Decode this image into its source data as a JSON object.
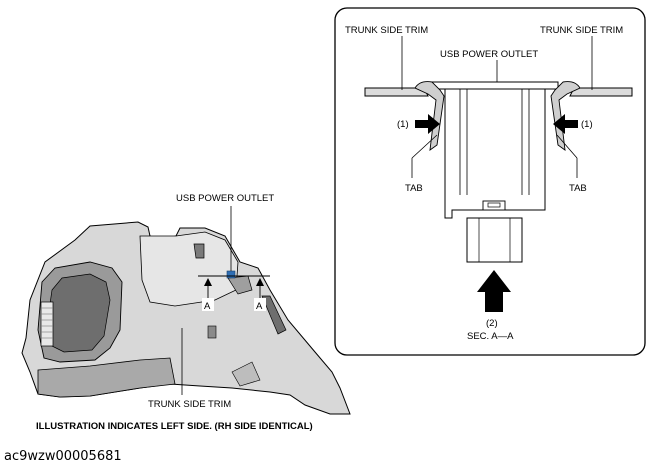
{
  "detail": {
    "trunk_side_trim_left": "TRUNK SIDE TRIM",
    "trunk_side_trim_right": "TRUNK SIDE TRIM",
    "usb_power_outlet": "USB POWER OUTLET",
    "callout_1_left": "(1)",
    "callout_1_right": "(1)",
    "tab_left": "TAB",
    "tab_right": "TAB",
    "callout_2": "(2)",
    "section_label": "SEC. A—A"
  },
  "overview": {
    "usb_power_outlet": "USB POWER OUTLET",
    "section_mark_left": "A",
    "section_mark_right": "A",
    "trunk_side_trim": "TRUNK SIDE TRIM",
    "caption": "ILLUSTRATION INDICATES LEFT SIDE. (RH SIDE IDENTICAL)"
  },
  "figure_code": "ac9wzw00005681",
  "colors": {
    "trim_fill": "#d6d6d6",
    "trim_shadow": "#b9b9b9",
    "outlet_highlight": "#2f6fb5",
    "frame_stroke": "#000000"
  }
}
